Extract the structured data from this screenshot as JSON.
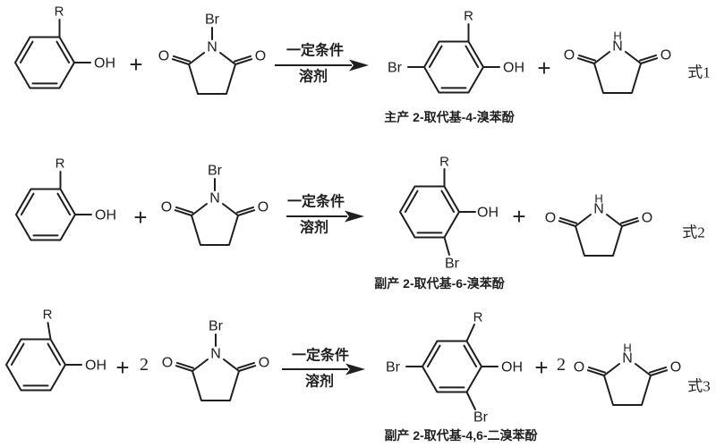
{
  "colors": {
    "background": "#ffffff",
    "ink": "#1f1f1f"
  },
  "atoms": {
    "r": "R",
    "oh": "OH",
    "br": "Br",
    "n": "N",
    "h": "H",
    "o": "O"
  },
  "operators": {
    "plus": "+",
    "two": "2"
  },
  "reactions": [
    {
      "conditions_top": "一定条件",
      "conditions_bottom": "溶剂",
      "product_caption": "主产  2-取代基-4-溴苯酚",
      "equation_label": "式1"
    },
    {
      "conditions_top": "一定条件",
      "conditions_bottom": "溶剂",
      "product_caption": "副产  2-取代基-6-溴苯酚",
      "equation_label": "式2"
    },
    {
      "conditions_top": "一定条件",
      "conditions_bottom": "溶剂",
      "product_caption": "副产  2-取代基-4,6-二溴苯酚",
      "equation_label": "式3"
    }
  ]
}
